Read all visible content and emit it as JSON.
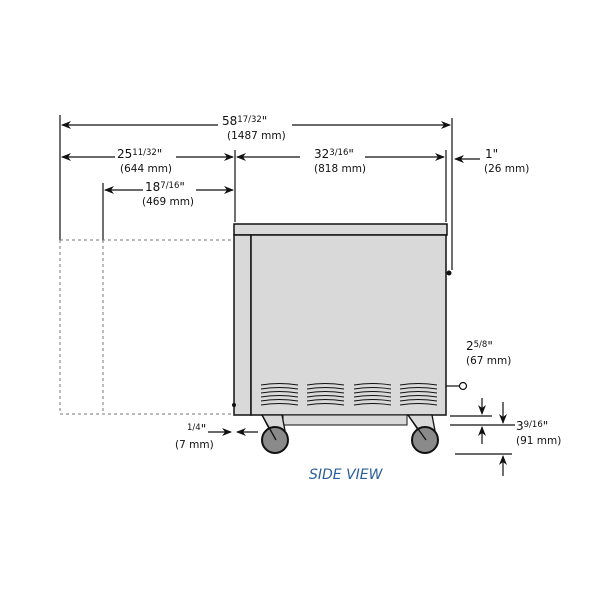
{
  "dimensions": {
    "overall_width": {
      "whole": "58",
      "frac": "17/32",
      "unit": "\"",
      "mm": "(1487 mm)"
    },
    "overhang_depth": {
      "whole": "25",
      "frac": "11/32",
      "unit": "\"",
      "mm": "(644 mm)"
    },
    "cabinet_depth": {
      "whole": "32",
      "frac": "3/16",
      "unit": "\"",
      "mm": "(818 mm)"
    },
    "rear_clearance": {
      "whole": "1",
      "frac": "",
      "unit": "\"",
      "mm": "(26 mm)"
    },
    "door_swing": {
      "whole": "18",
      "frac": "7/16",
      "unit": "\"",
      "mm": "(469 mm)"
    },
    "door_offset": {
      "whole": "",
      "frac": "1/4",
      "unit": "\"",
      "mm": "(7 mm)"
    },
    "plug_height": {
      "whole": "2",
      "frac": "5/8",
      "unit": "\"",
      "mm": "(67 mm)"
    },
    "caster_height": {
      "whole": "3",
      "frac": "9/16",
      "unit": "\"",
      "mm": "(91 mm)"
    }
  },
  "view_label": "SIDE VIEW",
  "colors": {
    "body": "#d9d9d9",
    "wheel": "#8a8a8a",
    "label": "#2a5f9e"
  }
}
